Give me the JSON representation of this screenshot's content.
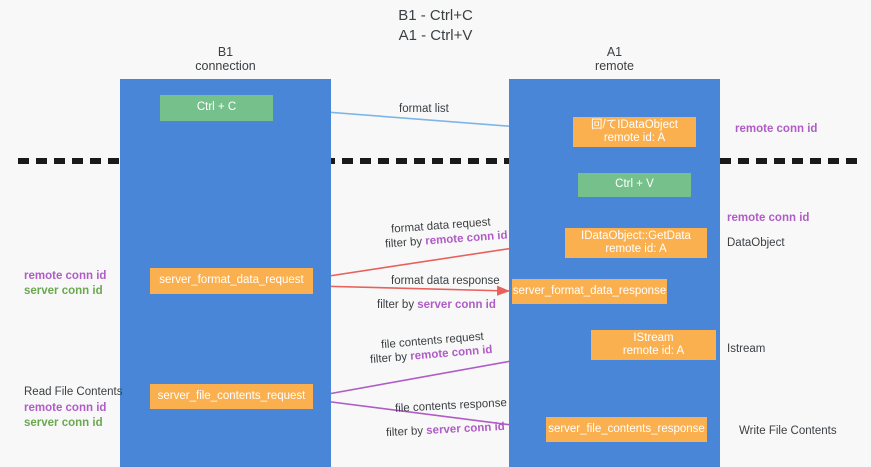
{
  "title": {
    "line1": "B1 - Ctrl+C",
    "line2": "A1 - Ctrl+V"
  },
  "lanes": [
    {
      "id": "b1",
      "name": "B1",
      "role": "connection",
      "color": "#4a86d8"
    },
    {
      "id": "a1",
      "name": "A1",
      "role": "remote",
      "color": "#4a86d8"
    }
  ],
  "colors": {
    "lane": "#4a86d8",
    "green_node": "#76c18b",
    "orange_node": "#fbb050",
    "purple_text": "#b05cc6",
    "green_text": "#6aa84f",
    "arrow_blue": "#7eb5e8",
    "arrow_red": "#e8615c",
    "arrow_purple": "#b05cc6",
    "arrow_black": "#000000",
    "divider": "#1a1a1a",
    "background": "#f8f8f8"
  },
  "nodes": {
    "ctrl_c": {
      "line1": "Ctrl + C"
    },
    "idataobject": {
      "line1": "回/てIDataObject",
      "line2": "remote id: A"
    },
    "ctrl_v": {
      "line1": "Ctrl + V"
    },
    "getdata": {
      "line1": "IDataObject::GetData",
      "line2": "remote id: A"
    },
    "server_format_data_request": {
      "line1": "server_format_data_request"
    },
    "server_format_data_response": {
      "line1": "server_format_data_response"
    },
    "istream": {
      "line1": "IStream",
      "line2": "remote id: A"
    },
    "server_file_contents_request": {
      "line1": "server_file_contents_request"
    },
    "server_file_contents_response": {
      "line1": "server_file_contents_response"
    }
  },
  "edge_labels": {
    "format_list": "format list",
    "format_data_request": "format data request",
    "format_data_request_filter_prefix": "filter by ",
    "format_data_request_filter_key": "remote conn id",
    "format_data_response": "format data response",
    "format_data_response_filter_prefix": "filter by ",
    "format_data_response_filter_key": "server conn id",
    "file_contents_request": "file contents request",
    "file_contents_request_filter_prefix": "filter by ",
    "file_contents_request_filter_key": "remote conn id",
    "file_contents_response": "file contents response",
    "file_contents_response_filter_prefix": "filter by ",
    "file_contents_response_filter_key": "server conn id"
  },
  "side_labels": {
    "remote_conn_id_top": "remote conn id",
    "remote_conn_id_mid": "remote conn id",
    "dataobject": "DataObject",
    "istream": "Istream",
    "write_file_contents": "Write File Contents",
    "read_file_contents": "Read File Contents",
    "left_ids_mid_remote": "remote conn id",
    "left_ids_mid_server": "server conn id",
    "left_ids_bottom_remote": "remote conn id",
    "left_ids_bottom_server": "server conn id"
  }
}
